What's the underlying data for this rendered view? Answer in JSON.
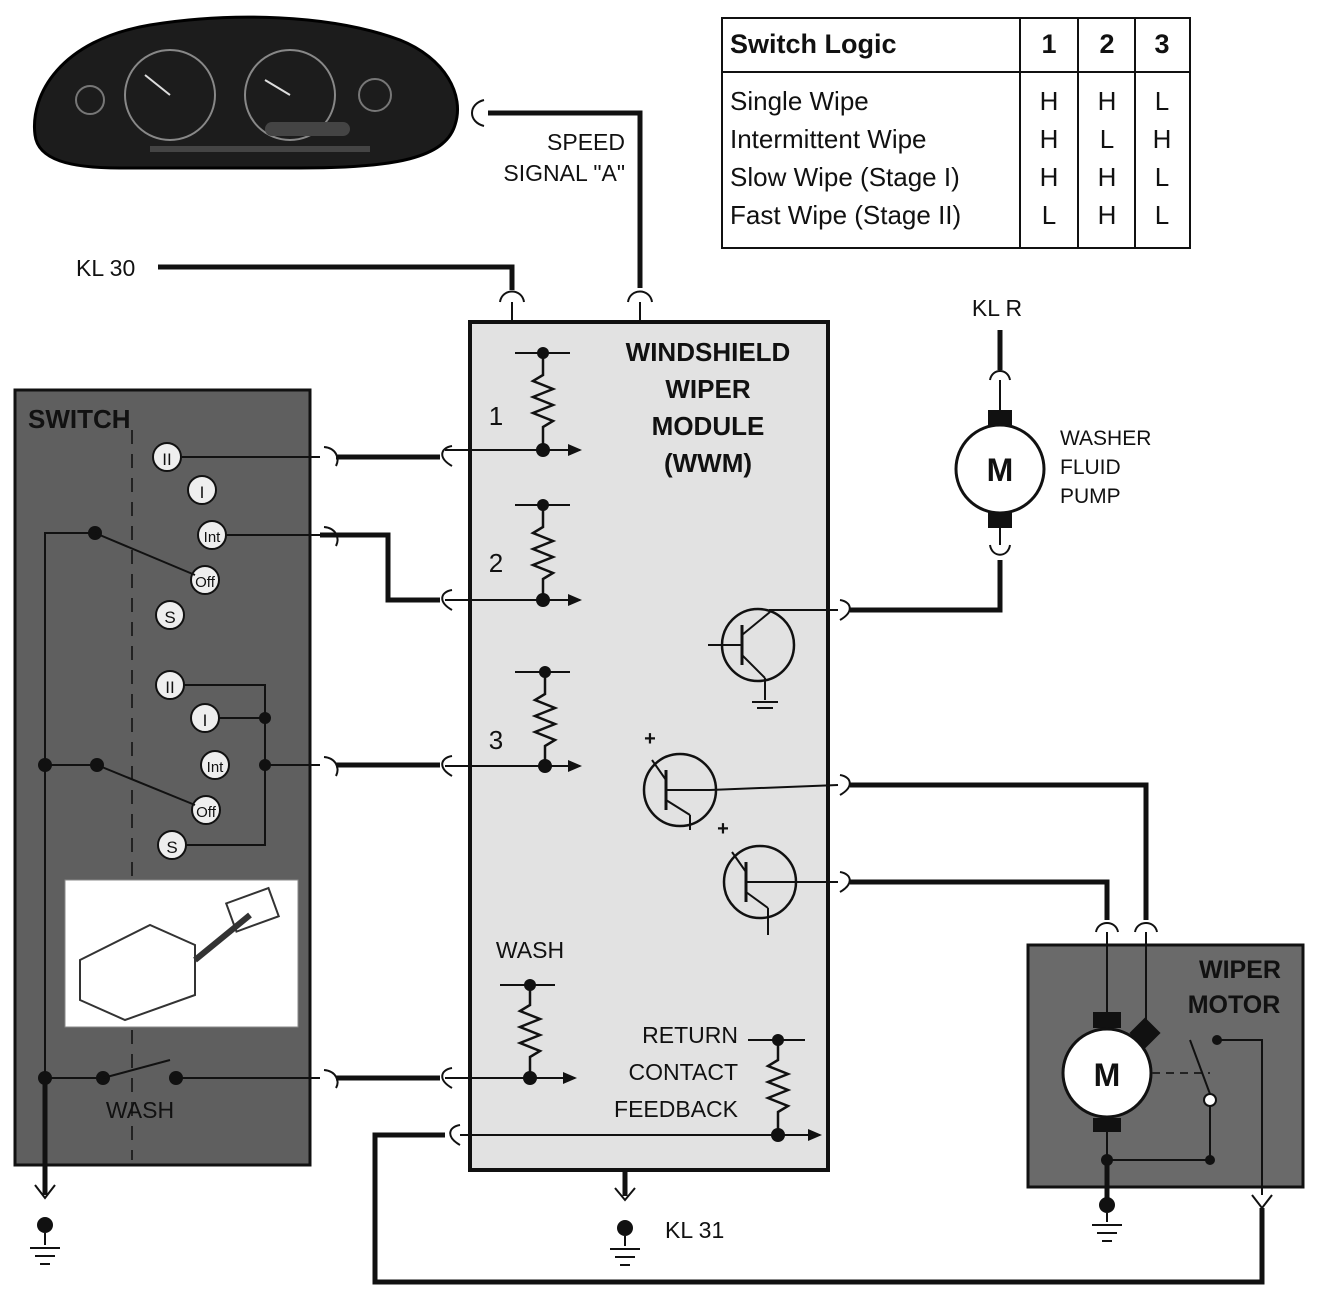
{
  "switch_logic": {
    "title": "Switch Logic",
    "columns": [
      "1",
      "2",
      "3"
    ],
    "rows": [
      {
        "mode": "Single Wipe",
        "values": [
          "H",
          "H",
          "L"
        ]
      },
      {
        "mode": "Intermittent Wipe",
        "values": [
          "H",
          "L",
          "H"
        ]
      },
      {
        "mode": "Slow Wipe (Stage I)",
        "values": [
          "H",
          "H",
          "L"
        ]
      },
      {
        "mode": "Fast Wipe (Stage II)",
        "values": [
          "L",
          "H",
          "L"
        ]
      }
    ]
  },
  "labels": {
    "speed_signal_1": "SPEED",
    "speed_signal_2": "SIGNAL \"A\"",
    "kl30": "KL 30",
    "klr": "KL R",
    "kl31": "KL 31",
    "switch": "SWITCH",
    "wwm": [
      "WINDSHIELD",
      "WIPER",
      "MODULE",
      "(WWM)"
    ],
    "washer_pump": [
      "WASHER",
      "FLUID",
      "PUMP"
    ],
    "wiper_motor": [
      "WIPER",
      "MOTOR"
    ],
    "motor_symbol": "M",
    "channel_1": "1",
    "channel_2": "2",
    "channel_3": "3",
    "wash_input": "WASH",
    "return_contact": [
      "RETURN",
      "CONTACT",
      "FEEDBACK"
    ],
    "wash_switch": "WASH"
  },
  "switch_positions": {
    "group_a": [
      "II",
      "I",
      "Int",
      "Off",
      "S"
    ],
    "group_b": [
      "II",
      "I",
      "Int",
      "Off",
      "S"
    ]
  },
  "colors": {
    "switch_panel": "#5f5f5f",
    "module_body": "#e2e2e2",
    "motor_panel": "#6a6a6a",
    "wire": "#111111",
    "cluster": "#1c1c1c"
  }
}
